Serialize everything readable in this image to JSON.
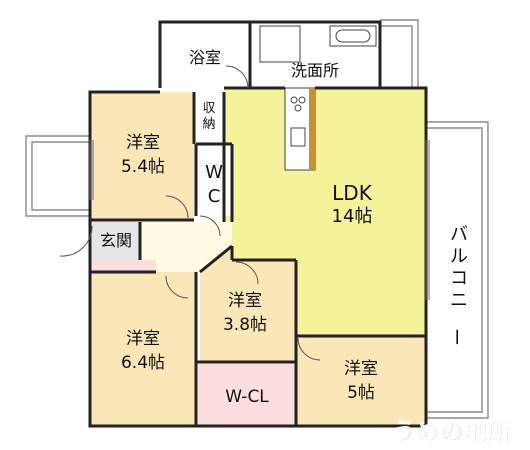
{
  "floorplan": {
    "rooms": {
      "bath": "浴室",
      "washroom": "洗面所",
      "ldk": {
        "name": "LDK",
        "size": "14帖"
      },
      "western_ne": {
        "name": "洋室",
        "size": "5.4帖"
      },
      "western_mid": {
        "name": "洋室",
        "size": "3.8帖"
      },
      "western_sw": {
        "name": "洋室",
        "size": "6.4帖"
      },
      "western_se": {
        "name": "洋室",
        "size": "5帖"
      },
      "storage": "収納",
      "wc": "WC",
      "entrance": "玄関",
      "walkin_closet": "W-CL",
      "balcony": "バルコニー"
    },
    "watermark": "うめの地所",
    "colors": {
      "ldk_fill": "#f5f39a",
      "room_fill": "#fbe6b8",
      "hall_fill": "#fffbe3",
      "wcl_fill": "#fcdede",
      "entrance_fill": "#e6e6e6",
      "wall": "#222222",
      "balcony_line": "#888888",
      "watermark": "#a9c4e0"
    }
  }
}
